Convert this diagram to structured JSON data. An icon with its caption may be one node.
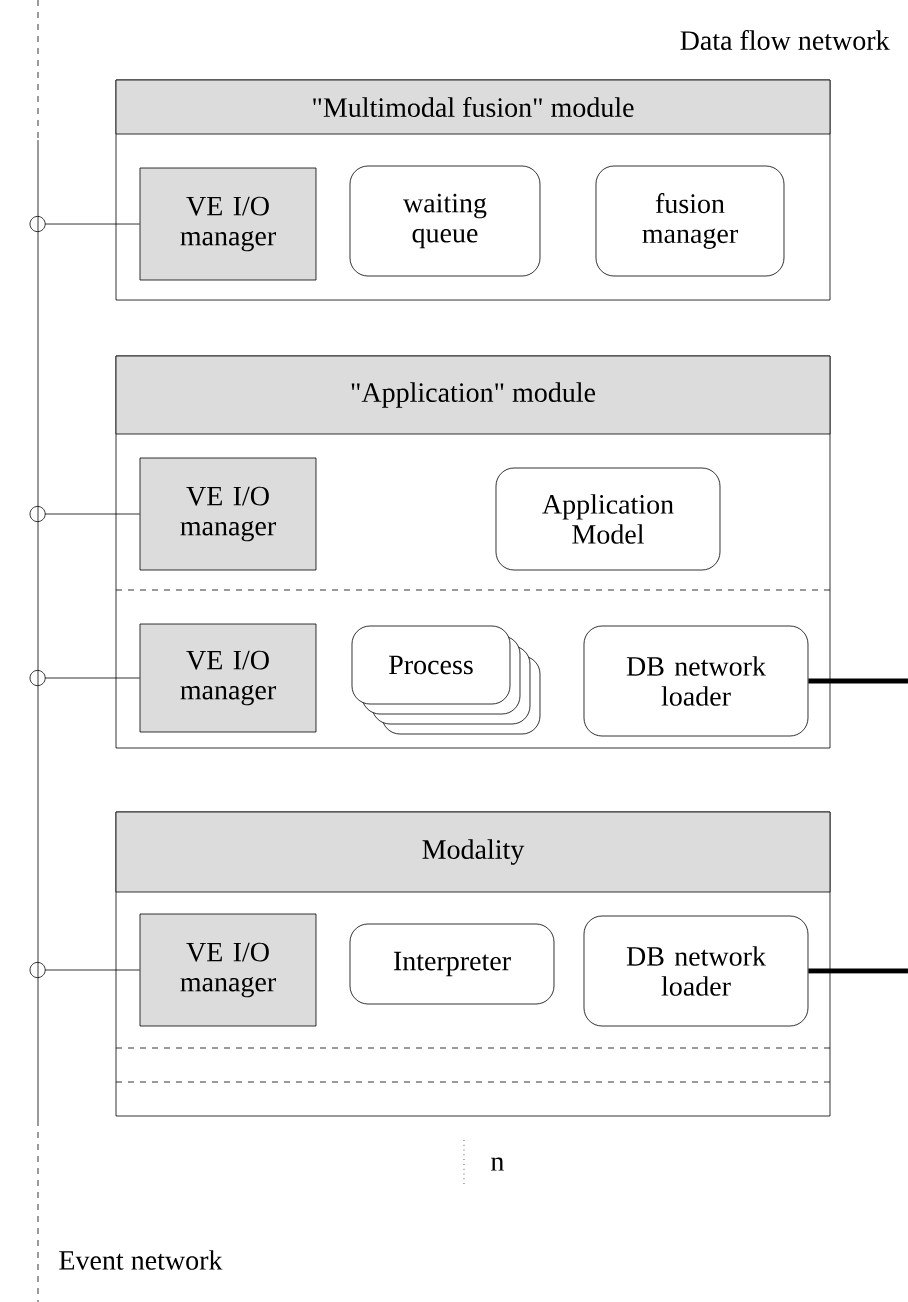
{
  "diagram": {
    "nodes": [
      {
        "text": [],
        "shape": "bar",
        "beside": [
          "Event network"
        ]
      },
      {
        "text": [
          "\"Multimodal fusion\" module"
        ]
      },
      {
        "text": [
          "VE I/O manager"
        ],
        "in": 1
      },
      {
        "text": [
          "waiting queue"
        ],
        "in": 1
      },
      {
        "text": [
          "fusion manager"
        ],
        "in": 1
      },
      {
        "text": [
          "\"Application\" module"
        ]
      },
      {
        "text": [
          "VE I/O manager"
        ],
        "in": 5
      },
      {
        "text": [
          "Application Model"
        ],
        "in": 5
      },
      {
        "text": [
          "VE I/O manager"
        ],
        "in": 5
      },
      {
        "text": [
          "Process"
        ],
        "in": 5
      },
      {
        "text": [
          "DB network loader"
        ],
        "in": 5
      },
      {
        "text": [
          "Modality"
        ]
      },
      {
        "text": [
          "VE I/O manager"
        ],
        "in": 11
      },
      {
        "text": [
          "Interpreter"
        ],
        "in": 11
      },
      {
        "text": [
          "DB network loader"
        ],
        "in": 11
      }
    ],
    "edges": [
      {
        "from": 0,
        "to": 2,
        "arrow": "other"
      },
      {
        "from": 0,
        "to": 6,
        "arrow": "other"
      },
      {
        "from": 0,
        "to": 8,
        "arrow": "other"
      },
      {
        "from": 0,
        "to": 12,
        "arrow": "other"
      },
      {
        "from": 10,
        "to": null,
        "arrow": "none",
        "style": "thick"
      },
      {
        "from": 14,
        "to": null,
        "arrow": "none",
        "style": "thick"
      }
    ],
    "labels": [
      "Data flow network",
      "n"
    ]
  }
}
